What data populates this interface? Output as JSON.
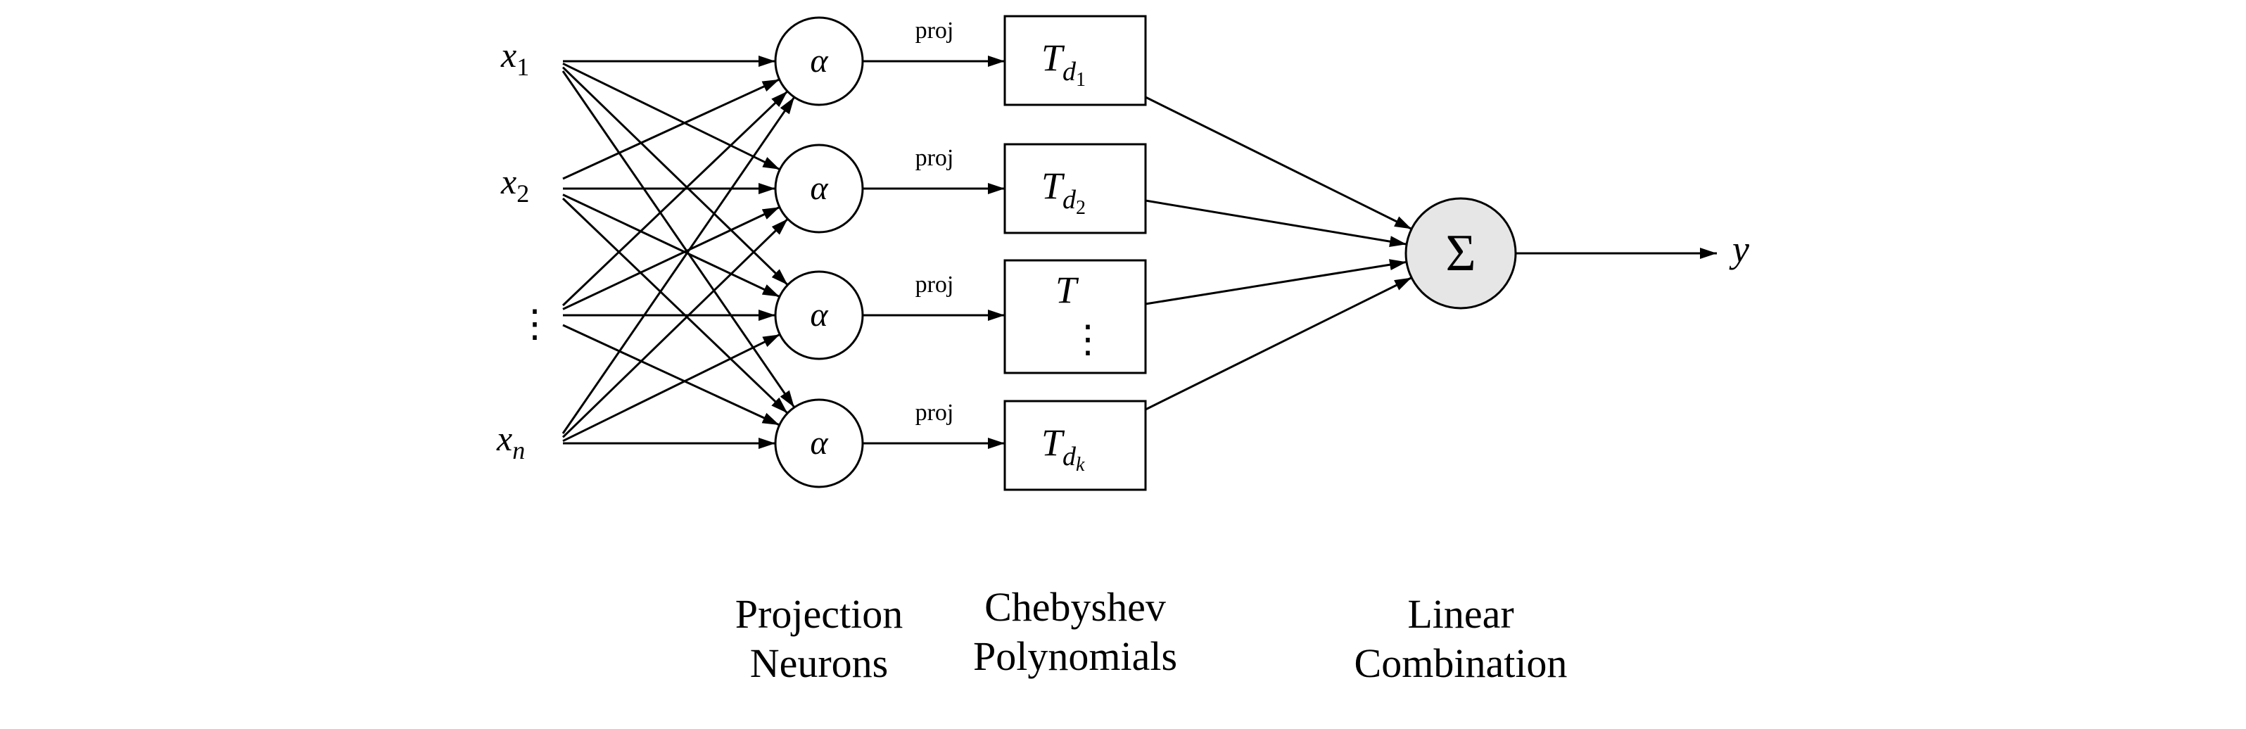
{
  "inputs": [
    {
      "base": "x",
      "sub": "1"
    },
    {
      "base": "x",
      "sub": "2"
    },
    {
      "base": "⋮",
      "sub": ""
    },
    {
      "base": "x",
      "sub": "n"
    }
  ],
  "neurons": [
    {
      "label": "α"
    },
    {
      "label": "α"
    },
    {
      "label": "α"
    },
    {
      "label": "α"
    }
  ],
  "projection_label": "proj",
  "polynomials": [
    {
      "base": "T",
      "sub": "d",
      "subsub": "1"
    },
    {
      "base": "T",
      "sub": "d",
      "subsub": "2"
    },
    {
      "base": "T",
      "sub": "",
      "subsub": "",
      "dots": "⋮"
    },
    {
      "base": "T",
      "sub": "d",
      "subsub": "k"
    }
  ],
  "sum": {
    "label": "Σ",
    "fill": "#e6e6e6"
  },
  "output": {
    "label": "y"
  },
  "captions": {
    "projection": {
      "line1": "Projection",
      "line2": "Neurons"
    },
    "chebyshev": {
      "line1": "Chebyshev",
      "line2": "Polynomials"
    },
    "linear": {
      "line1": "Linear",
      "line2": "Combination"
    }
  }
}
